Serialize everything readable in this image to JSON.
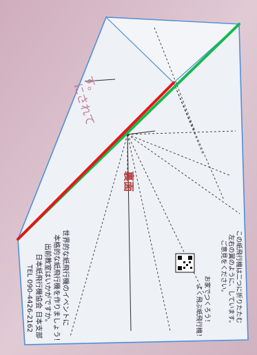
{
  "photo": {
    "background_color": "#d7bcc8",
    "paper_color": "#eef1f5",
    "stroke_blue": "#4f8fd8",
    "line_green": "#16b84f",
    "line_red": "#e51616"
  },
  "paper_texts": {
    "top_fold_text": "す。",
    "top_fold_text2": "にされて",
    "center_label": "裏面",
    "info_line1": "世界的な紙飛行機のイベントに",
    "info_line2": "本格的な紙飛行機を作りましょう！",
    "info_line3": "出前教室はいかがですか。",
    "info_line4": "日本紙飛行機協会 日本支部",
    "info_line5": "TEL 090-4426-2162",
    "right_line1": "この紙飛行機は二つに折りたたむ",
    "right_line2": "左右の翼のように、しています。",
    "right_line3": "ご意見をください。",
    "right_bottom1": "お家でつくろう！",
    "right_bottom2": "よく飛ぶ紙飛行機！"
  }
}
